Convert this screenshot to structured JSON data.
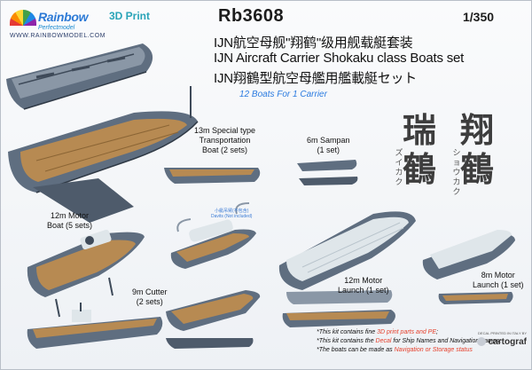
{
  "brand": {
    "name": "Rainbow",
    "tagline": "Perfectmodel",
    "url": "WWW.RAINBOWMODEL.COM"
  },
  "print_label": "3D Print",
  "product_code": "Rb3608",
  "scale": "1/350",
  "titles": {
    "chinese": "IJN航空母舰\"翔鹤\"级用舰载艇套装",
    "english": "IJN Aircraft Carrier Shokaku class Boats set",
    "japanese": "IJN翔鶴型航空母艦用艦載艇セット"
  },
  "boats_count": "12 Boats For 1 Carrier",
  "kanji": {
    "zuikaku": {
      "chars": [
        "瑞",
        "鶴"
      ],
      "reading": [
        "ズ",
        "イ",
        "カ",
        "ク"
      ]
    },
    "shokaku": {
      "chars": [
        "翔",
        "鶴"
      ],
      "reading": [
        "シ",
        "ョ",
        "ウ",
        "カ",
        "ク"
      ]
    }
  },
  "boats": {
    "special_type": [
      "13m Special type",
      "Transportation",
      "Boat (2 sets)"
    ],
    "sampan": [
      "6m Sampan",
      "(1 set)"
    ],
    "motor_boat_12m": [
      "12m Motor",
      "Boat (5 sets)"
    ],
    "davits": [
      "小艇吊臂(不包含)",
      "Davits (Not included)"
    ],
    "cutter_9m": [
      "9m Cutter",
      "(2 sets)"
    ],
    "motor_launch_12m": [
      "12m Motor",
      "Launch (1 set)"
    ],
    "motor_launch_8m": [
      "8m Motor",
      "Launch (1 set)"
    ]
  },
  "notes": {
    "line1": {
      "pre": "*This kit contains fine ",
      "hl": "3D print parts and PE",
      "post": ";"
    },
    "line2": {
      "pre": "*This kit contains the ",
      "hl": "Decal",
      "post": " for Ship Names and Navigation Lamps;"
    },
    "line3": {
      "pre": "*The boats can be made as ",
      "hl": "Navigation or Storage status",
      "post": ""
    }
  },
  "decal": {
    "small": "DECAL PRINTED IN ITALY BY",
    "logo": "cartograf"
  },
  "colors": {
    "hull": "#5f6e80",
    "hull_dark": "#3e4a59",
    "deck_wood": "#b78a52",
    "cover": "#dfe6ea",
    "accent_blue": "#2b7be0",
    "highlight_red": "#e5402c"
  }
}
